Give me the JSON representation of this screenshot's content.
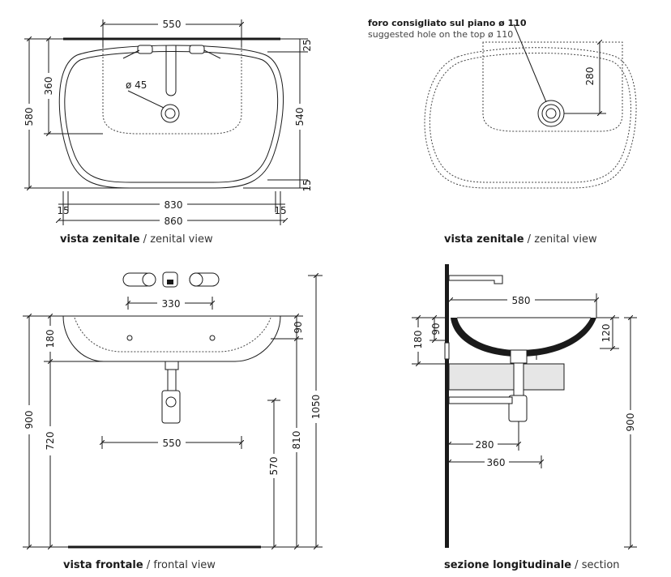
{
  "zenital": {
    "caption_bold": "vista zenitale",
    "caption_sep": " / ",
    "caption_normal": "zenital view",
    "dims": {
      "d550": "550",
      "d360": "360",
      "d580": "580",
      "d25": "25",
      "d540": "540",
      "d15a": "15",
      "d830": "830",
      "d15b": "15",
      "d15c": "15",
      "d860": "860",
      "hole": "ø 45"
    }
  },
  "zenital2": {
    "caption_bold": "vista zenitale",
    "caption_sep": " / ",
    "caption_normal": "zenital view",
    "note_bold": "foro consigliato sul piano ø 110",
    "note_normal": "suggested hole on the top ø 110",
    "dims": {
      "d280": "280"
    }
  },
  "frontal": {
    "caption_bold": "vista frontale",
    "caption_sep": " / ",
    "caption_normal": "frontal view",
    "dims": {
      "d330": "330",
      "d180": "180",
      "d90": "90",
      "d900": "900",
      "d720": "720",
      "d550": "550",
      "d810": "810",
      "d1050": "1050",
      "d570": "570"
    }
  },
  "section": {
    "caption_bold": "sezione longitudinale",
    "caption_sep": " / ",
    "caption_normal": "section",
    "dims": {
      "d580": "580",
      "d180": "180",
      "d90": "90",
      "d120": "120",
      "d280": "280",
      "d360": "360",
      "d900": "900"
    }
  }
}
